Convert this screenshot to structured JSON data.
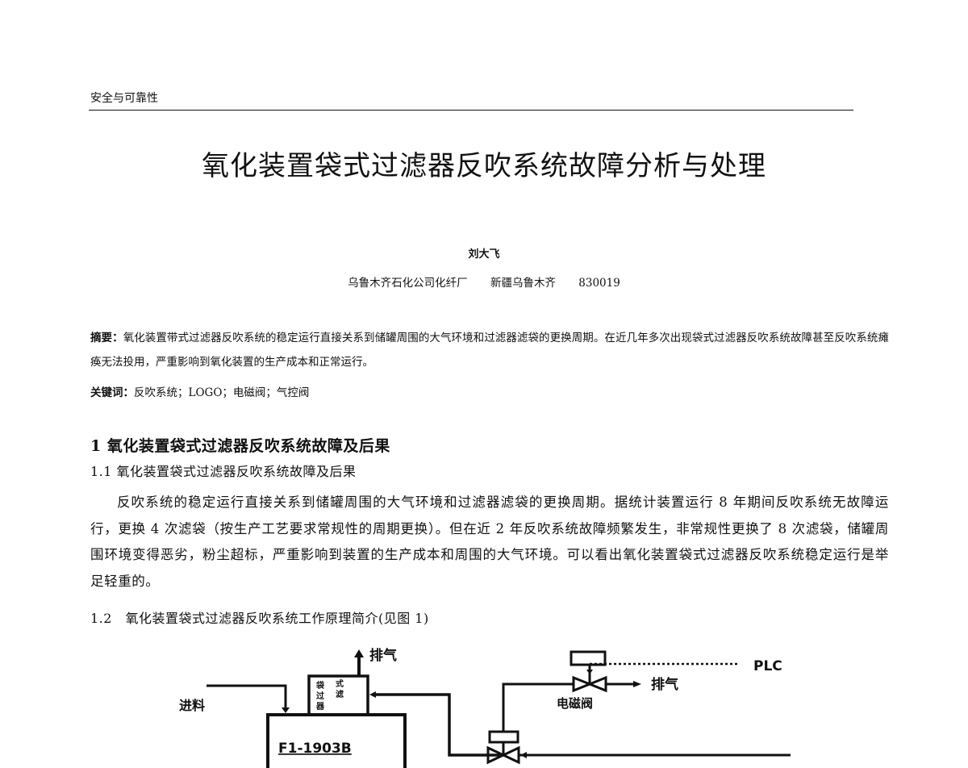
{
  "header": {
    "running_head": "安全与可靠性"
  },
  "article": {
    "title": "氧化装置袋式过滤器反吹系统故障分析与处理",
    "author": "刘大飞",
    "affiliation": {
      "organization": "乌鲁木齐石化公司化纤厂",
      "location": "新疆乌鲁木齐",
      "postcode": "830019"
    },
    "abstract": {
      "label": "摘要：",
      "text": "氧化装置带式过滤器反吹系统的稳定运行直接关系到储罐周围的大气环境和过滤器滤袋的更换周期。在近几年多次出现袋式过滤器反吹系统故障甚至反吹系统瘫痪无法投用，严重影响到氧化装置的生产成本和正常运行。"
    },
    "keywords": {
      "label": "关键词：",
      "text": "反吹系统；LOGO；电磁阀；气控阀"
    },
    "sections": [
      {
        "heading": "1 氧化装置袋式过滤器反吹系统故障及后果",
        "subsections": [
          {
            "heading": "1.1 氧化装置袋式过滤器反吹系统故障及后果",
            "paragraph": "反吹系统的稳定运行直接关系到储罐周围的大气环境和过滤器滤袋的更换周期。据统计装置运行 8 年期间反吹系统无故障运行，更换 4 次滤袋（按生产工艺要求常规性的周期更换）。但在近 2 年反吹系统故障频繁发生，非常规性更换了 8 次滤袋，储罐周围环境变得恶劣，粉尘超标，严重影响到装置的生产成本和周围的大气环境。可以看出氧化装置袋式过滤器反吹系统稳定运行是举足轻重的。"
          },
          {
            "heading": "1.2　氧化装置袋式过滤器反吹系统工作原理简介(见图 1)"
          }
        ]
      }
    ]
  },
  "figure": {
    "labels": {
      "feed": "进料",
      "exhaust_top": "排气",
      "filter": [
        "袋",
        "式",
        "过",
        "滤",
        "器"
      ],
      "tank": "F1-1903B",
      "plc": "PLC",
      "exhaust_valve": "排气",
      "solenoid_valve": "电磁阀"
    }
  }
}
